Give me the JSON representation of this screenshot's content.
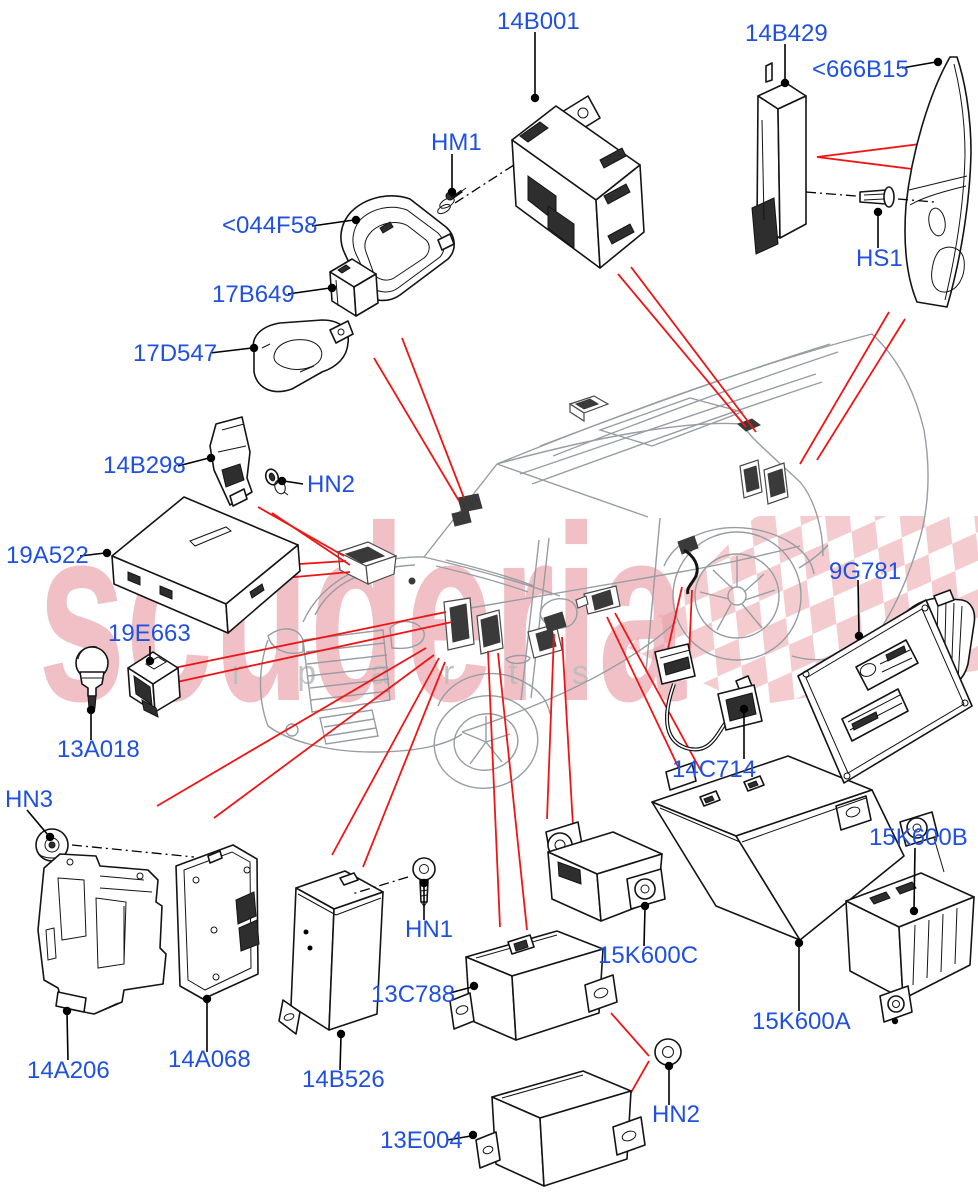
{
  "diagram": {
    "type": "exploded-parts-diagram",
    "subject": "SUV body control modules and sensors with mounting locations",
    "part_labels": [
      {
        "label": "14B001"
      },
      {
        "label": "14B429"
      },
      {
        "label": "<666B15"
      },
      {
        "label": "HM1"
      },
      {
        "label": "HS1"
      },
      {
        "label": "<044F58"
      },
      {
        "label": "17B649"
      },
      {
        "label": "17D547"
      },
      {
        "label": "14B298"
      },
      {
        "label": "HN2"
      },
      {
        "label": "19A522"
      },
      {
        "label": "19E663"
      },
      {
        "label": "13A018"
      },
      {
        "label": "HN3"
      },
      {
        "label": "14A206"
      },
      {
        "label": "14A068"
      },
      {
        "label": "14B526"
      },
      {
        "label": "HN1"
      },
      {
        "label": "13C788"
      },
      {
        "label": "13E004"
      },
      {
        "label": "HN2"
      },
      {
        "label": "15K600C"
      },
      {
        "label": "15K600A"
      },
      {
        "label": "15K600B"
      },
      {
        "label": "14C714"
      },
      {
        "label": "9G781"
      }
    ],
    "watermark": {
      "brand": "scuderia",
      "tagline": "carparts"
    },
    "colors": {
      "label_blue": "#2050e0",
      "pointer_red": "#f01515",
      "leader_black": "#000000",
      "car_gray": "#979da3",
      "watermark_pink": "#e89aa4",
      "watermark_gray": "#bdbdbd",
      "checker_pink": "#f2c3c8",
      "background": "#ffffff"
    }
  }
}
